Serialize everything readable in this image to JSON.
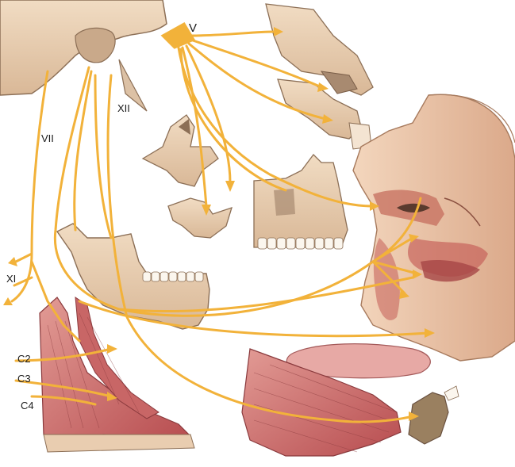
{
  "labels": {
    "trigeminal": "V",
    "hypoglossal": "XII",
    "facial": "VII",
    "accessory": "XI",
    "c2": "C2",
    "c3": "C3",
    "c4": "C4"
  },
  "colors": {
    "nerve": "#f2b23a",
    "bone": "#e9cdb0",
    "bone_shadow": "#b89a7e",
    "muscle": "#c9595b",
    "muscle_light": "#e4a2a0",
    "skin": "#ecc5a7",
    "skin_shadow": "#cf9e82"
  }
}
